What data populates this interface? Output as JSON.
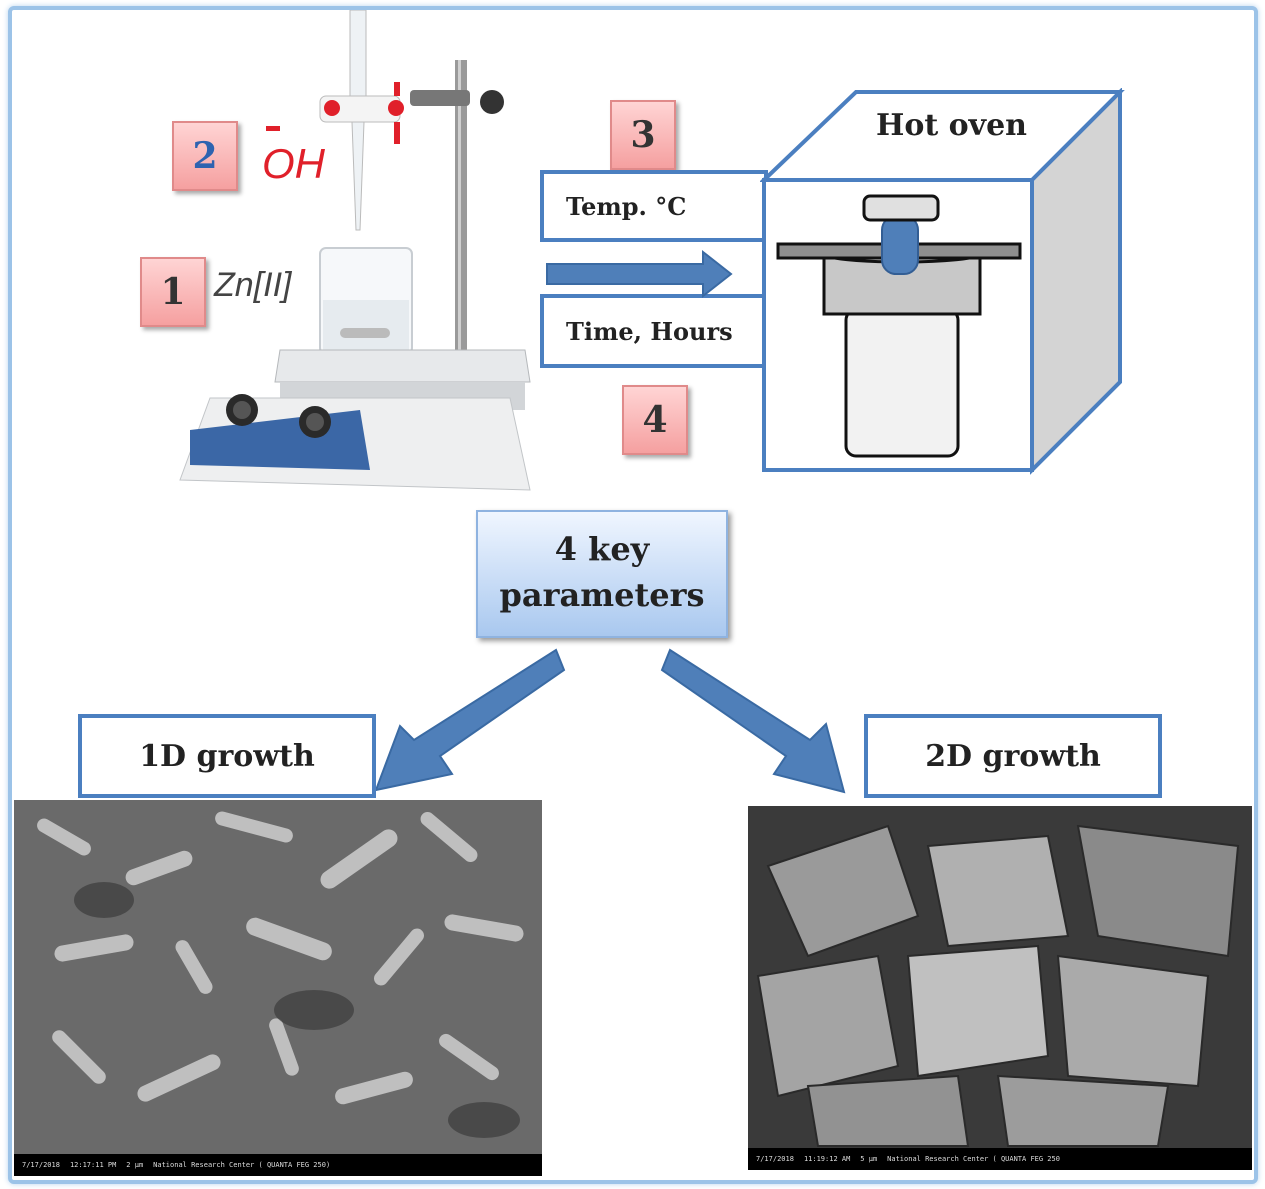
{
  "steps": {
    "step1": {
      "number": "1",
      "label": "Zn[II]"
    },
    "step2": {
      "number": "2",
      "label": "OH"
    },
    "step3": {
      "number": "3",
      "label": "Temp. °C"
    },
    "step4": {
      "number": "4",
      "label": "Time, Hours"
    }
  },
  "oven": {
    "title": "Hot oven"
  },
  "key": {
    "line1": "4 key",
    "line2": "parameters"
  },
  "outcomes": {
    "left": "1D growth",
    "right": "2D growth"
  },
  "sem_left": {
    "date": "7/17/2018",
    "time": "12:17:11 PM",
    "footer": "National Research Center ( QUANTA FEG 250)",
    "scale": "2 µm"
  },
  "sem_right": {
    "date": "7/17/2018",
    "time": "11:19:12 AM",
    "footer": "National Research Center ( QUANTA FEG 250",
    "scale": "5 µm"
  },
  "colors": {
    "arrow": "#4f7fb9",
    "box_border": "#4b7fc0",
    "num_box": "#f5a0a0",
    "oh_red": "#e0202a"
  }
}
